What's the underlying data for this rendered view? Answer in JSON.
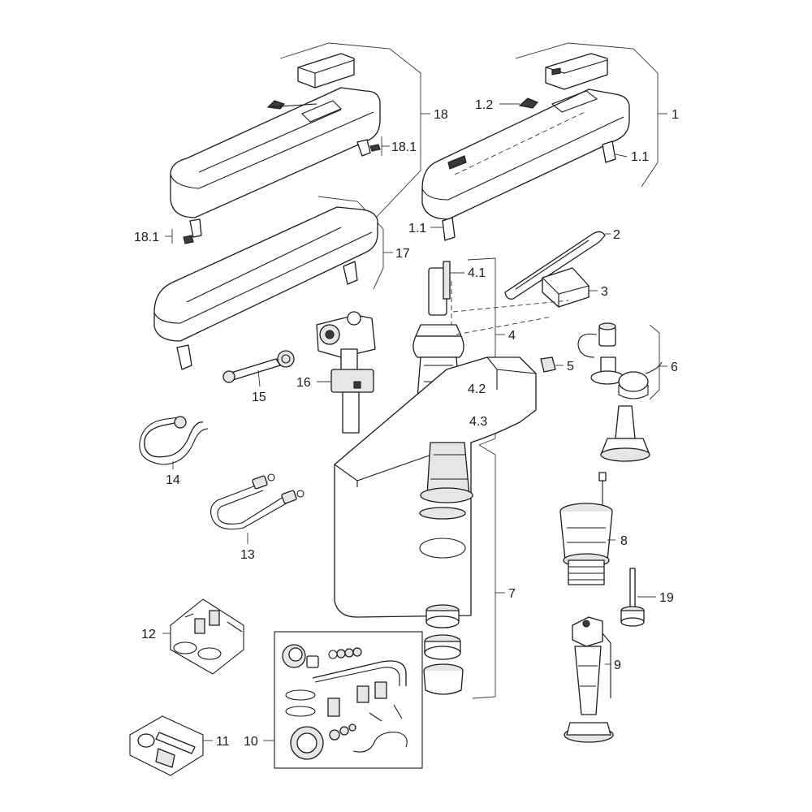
{
  "labels": {
    "l1": "1",
    "l1_1a": "1.1",
    "l1_1b": "1.1",
    "l1_2": "1.2",
    "l2": "2",
    "l3": "3",
    "l4": "4",
    "l4_1": "4.1",
    "l4_2": "4.2",
    "l4_3": "4.3",
    "l5": "5",
    "l6": "6",
    "l7": "7",
    "l8": "8",
    "l9": "9",
    "l10": "10",
    "l11": "11",
    "l12": "12",
    "l13": "13",
    "l14": "14",
    "l15": "15",
    "l16": "16",
    "l17": "17",
    "l18": "18",
    "l18_1a": "18.1",
    "l18_1b": "18.1",
    "l19": "19"
  },
  "colors": {
    "line": "#1a1a1a",
    "shade": "#e6e6e6",
    "background": "#ffffff"
  }
}
